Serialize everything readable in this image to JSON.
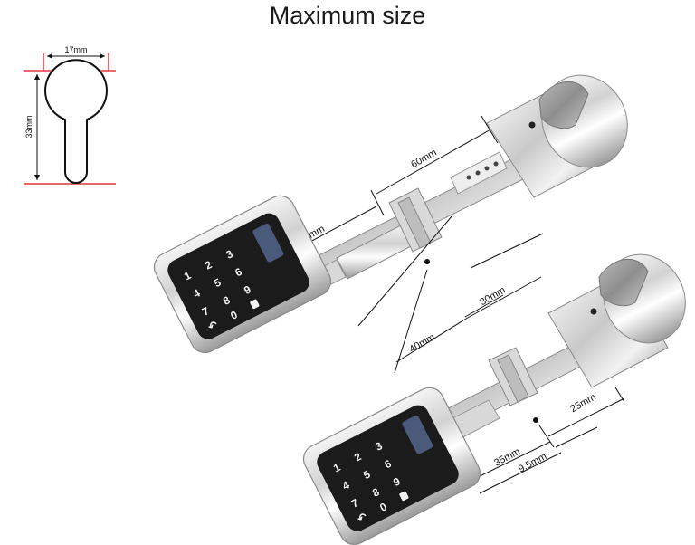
{
  "title": "Maximum size",
  "profile": {
    "width_label": "17mm",
    "height_label": "33mm"
  },
  "dimensions": {
    "top_left_length": "60mm",
    "top_right_length": "60mm",
    "bottom_left_length": "40mm",
    "bottom_right_length": "30mm",
    "bottom_cam_offset": "35mm",
    "bottom_cam_step": "9.5mm",
    "bottom_knob_length": "25mm"
  },
  "keypad_keys": [
    "1",
    "2",
    "3",
    "4",
    "5",
    "6",
    "7",
    "8",
    "9",
    "0"
  ],
  "colors": {
    "accent_red": "#e0393e",
    "chrome": "#c8c8c8",
    "keypad": "#1b1b1b"
  }
}
